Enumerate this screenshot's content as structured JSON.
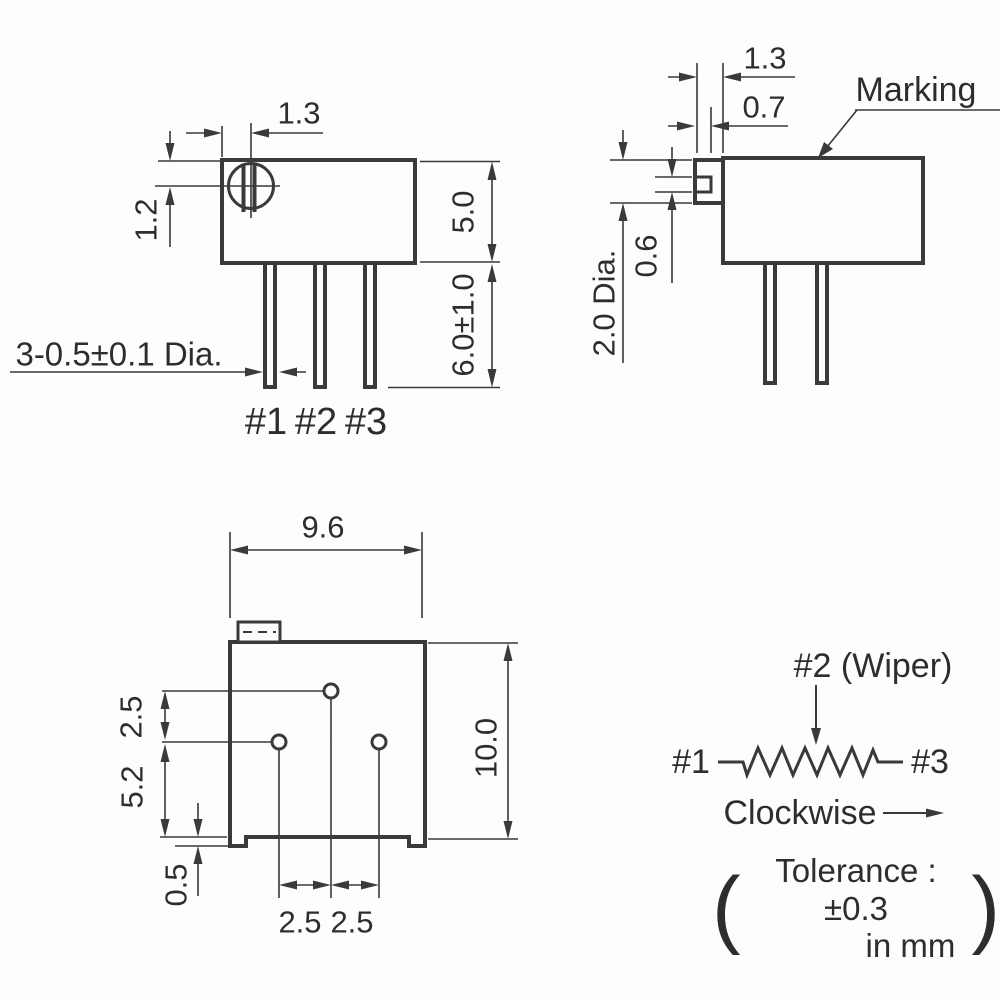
{
  "drawing": {
    "front_view": {
      "dim_screw_offset": "1.3",
      "dim_screw_vertical": "1.2",
      "dim_body_height": "5.0",
      "dim_pin_length": "6.0±1.0",
      "dim_pin_diameter": "3-0.5±0.1 Dia.",
      "pin_labels": [
        "#1",
        "#2",
        "#3"
      ]
    },
    "side_view": {
      "dim_shaft_width": "1.3",
      "dim_slot_depth": "0.7",
      "dim_slot_height": "0.6",
      "dim_shaft_diameter": "2.0 Dia.",
      "marking_label": "Marking"
    },
    "top_view": {
      "dim_body_width": "9.6",
      "dim_body_depth": "10.0",
      "dim_pin_row_offset": "2.5",
      "dim_pin_row_height": "5.2",
      "dim_standoff": "0.5",
      "dim_pin_pitch_left": "2.5",
      "dim_pin_pitch_right": "2.5"
    },
    "schematic": {
      "wiper_label": "#2 (Wiper)",
      "pin1_label": "#1",
      "pin3_label": "#3",
      "rotation_label": "Clockwise",
      "paren_open": "(",
      "paren_close": ")",
      "tolerance_line1": "Tolerance : ±0.3",
      "tolerance_line2": "in mm"
    }
  }
}
